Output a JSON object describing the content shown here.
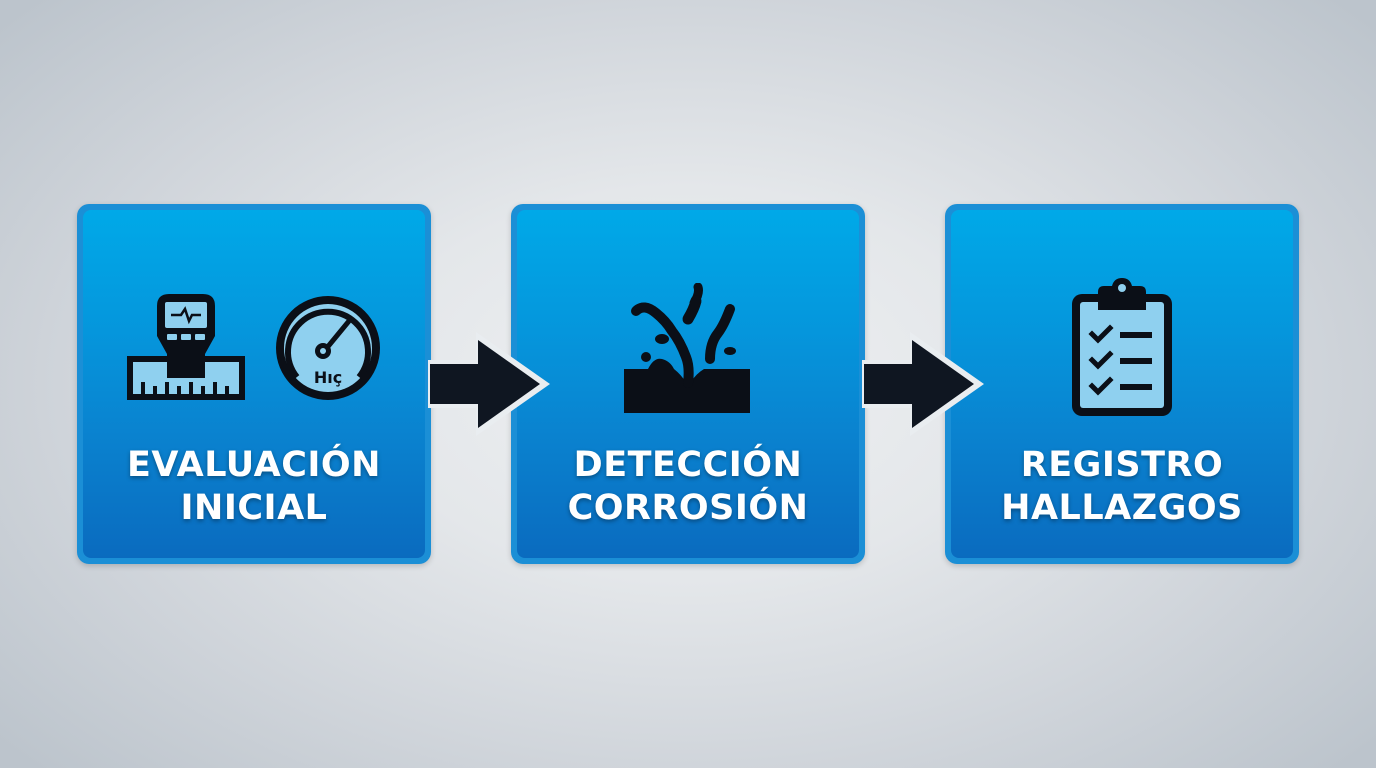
{
  "diagram": {
    "type": "process-flow",
    "steps": [
      {
        "label_line1": "EVALUACIÓN",
        "label_line2": "INICIAL",
        "icons": [
          "thickness-gauge-icon",
          "hygrometer-gauge-icon"
        ],
        "gauge_text": "Hıç"
      },
      {
        "label_line1": "DETECCIÓN",
        "label_line2": "CORROSIÓN",
        "icons": [
          "corrosion-icon"
        ]
      },
      {
        "label_line1": "REGISTRO",
        "label_line2": "HALLAZGOS",
        "icons": [
          "clipboard-checklist-icon"
        ]
      }
    ],
    "connectors": [
      {
        "from": 0,
        "to": 1,
        "icon": "arrow-right-icon"
      },
      {
        "from": 1,
        "to": 2,
        "icon": "arrow-right-icon"
      }
    ]
  },
  "colors": {
    "box_top": "#00a9e8",
    "box_bottom": "#0a6bbf",
    "box_border": "#1b8fd6",
    "icon_dark": "#0b0f17",
    "icon_light": "#8fd0ef",
    "arrow": "#0f1621",
    "text": "#ffffff",
    "background_center": "#eef0f2",
    "background_edge": "#bcc4cc"
  }
}
